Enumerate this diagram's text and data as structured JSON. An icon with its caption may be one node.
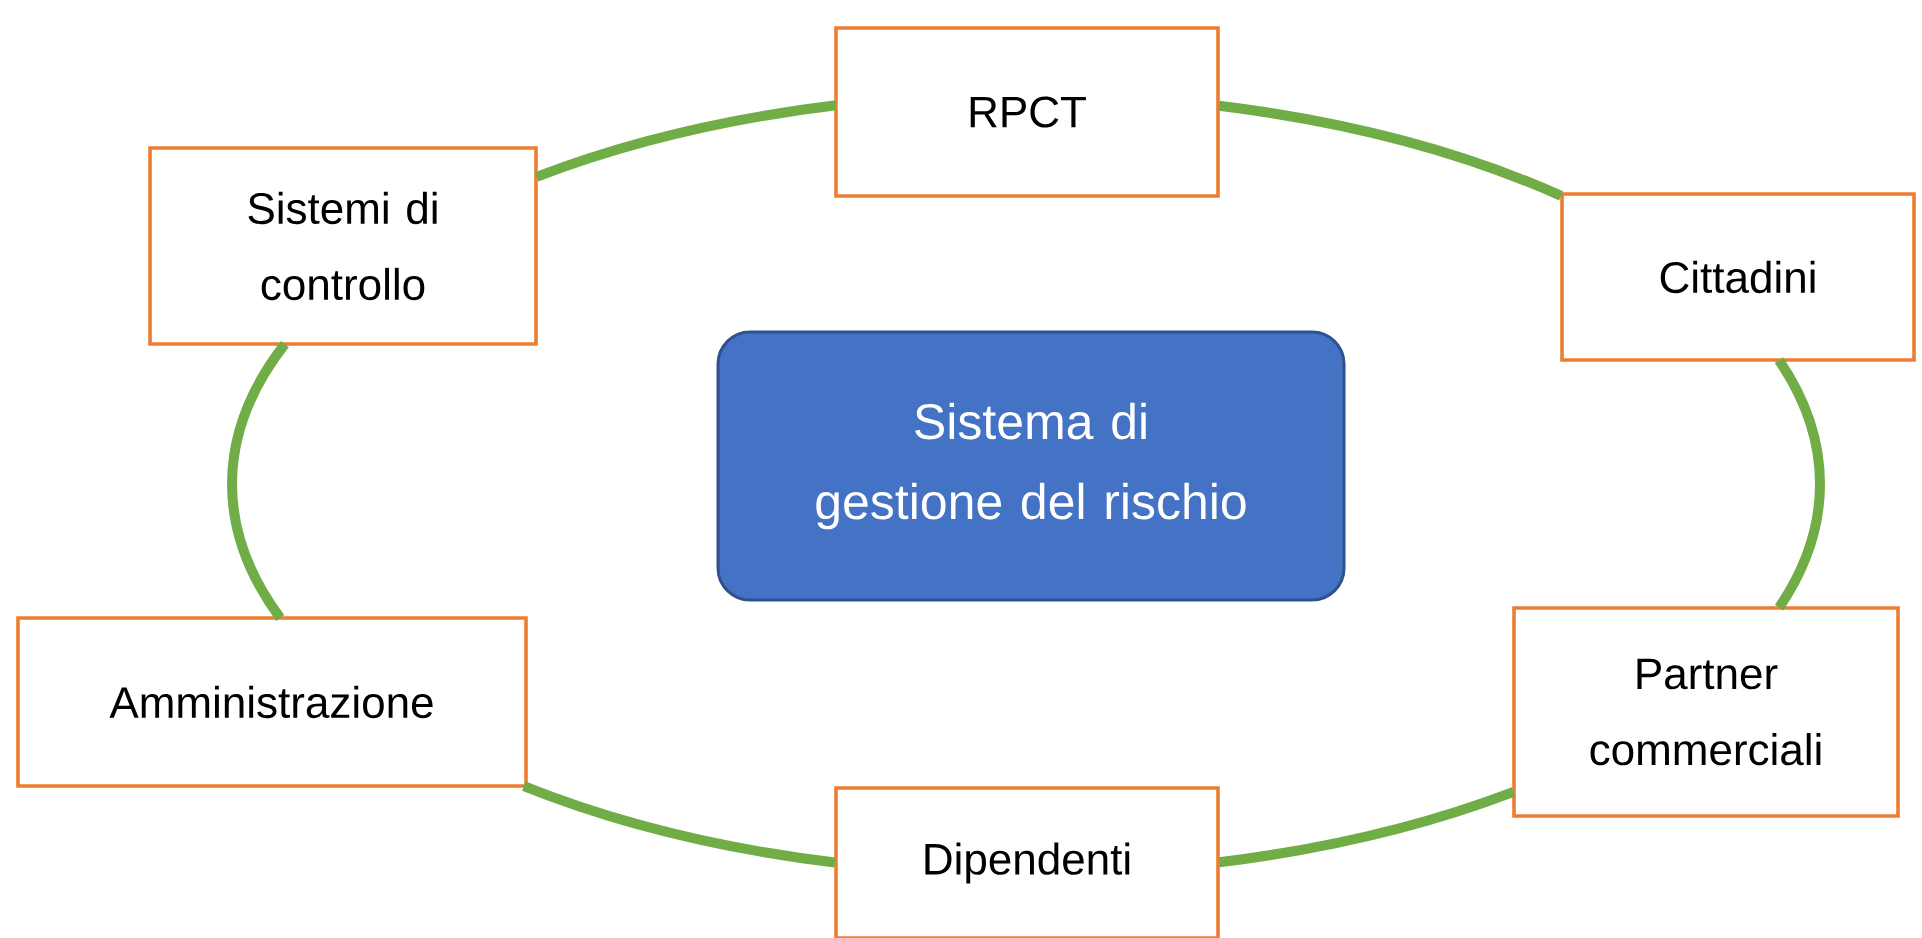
{
  "diagram": {
    "nodes": [
      {
        "text": [
          "Sistema di gestione del rischio"
        ]
      },
      {
        "text": [
          "RPCT"
        ]
      },
      {
        "text": [
          "Sistemi di controllo"
        ]
      },
      {
        "text": [
          "Cittadini"
        ]
      },
      {
        "text": [
          "Amministrazione"
        ]
      },
      {
        "text": [
          "Partner commerciali"
        ]
      },
      {
        "text": [
          "Dipendenti"
        ]
      }
    ],
    "edges": [
      {
        "from": 1,
        "to": 3,
        "arrow": "none"
      },
      {
        "from": 3,
        "to": 5,
        "arrow": "none"
      },
      {
        "from": 5,
        "to": 6,
        "arrow": "none"
      },
      {
        "from": 6,
        "to": 4,
        "arrow": "none"
      },
      {
        "from": 4,
        "to": 2,
        "arrow": "none"
      },
      {
        "from": 2,
        "to": 1,
        "arrow": "none"
      }
    ]
  }
}
